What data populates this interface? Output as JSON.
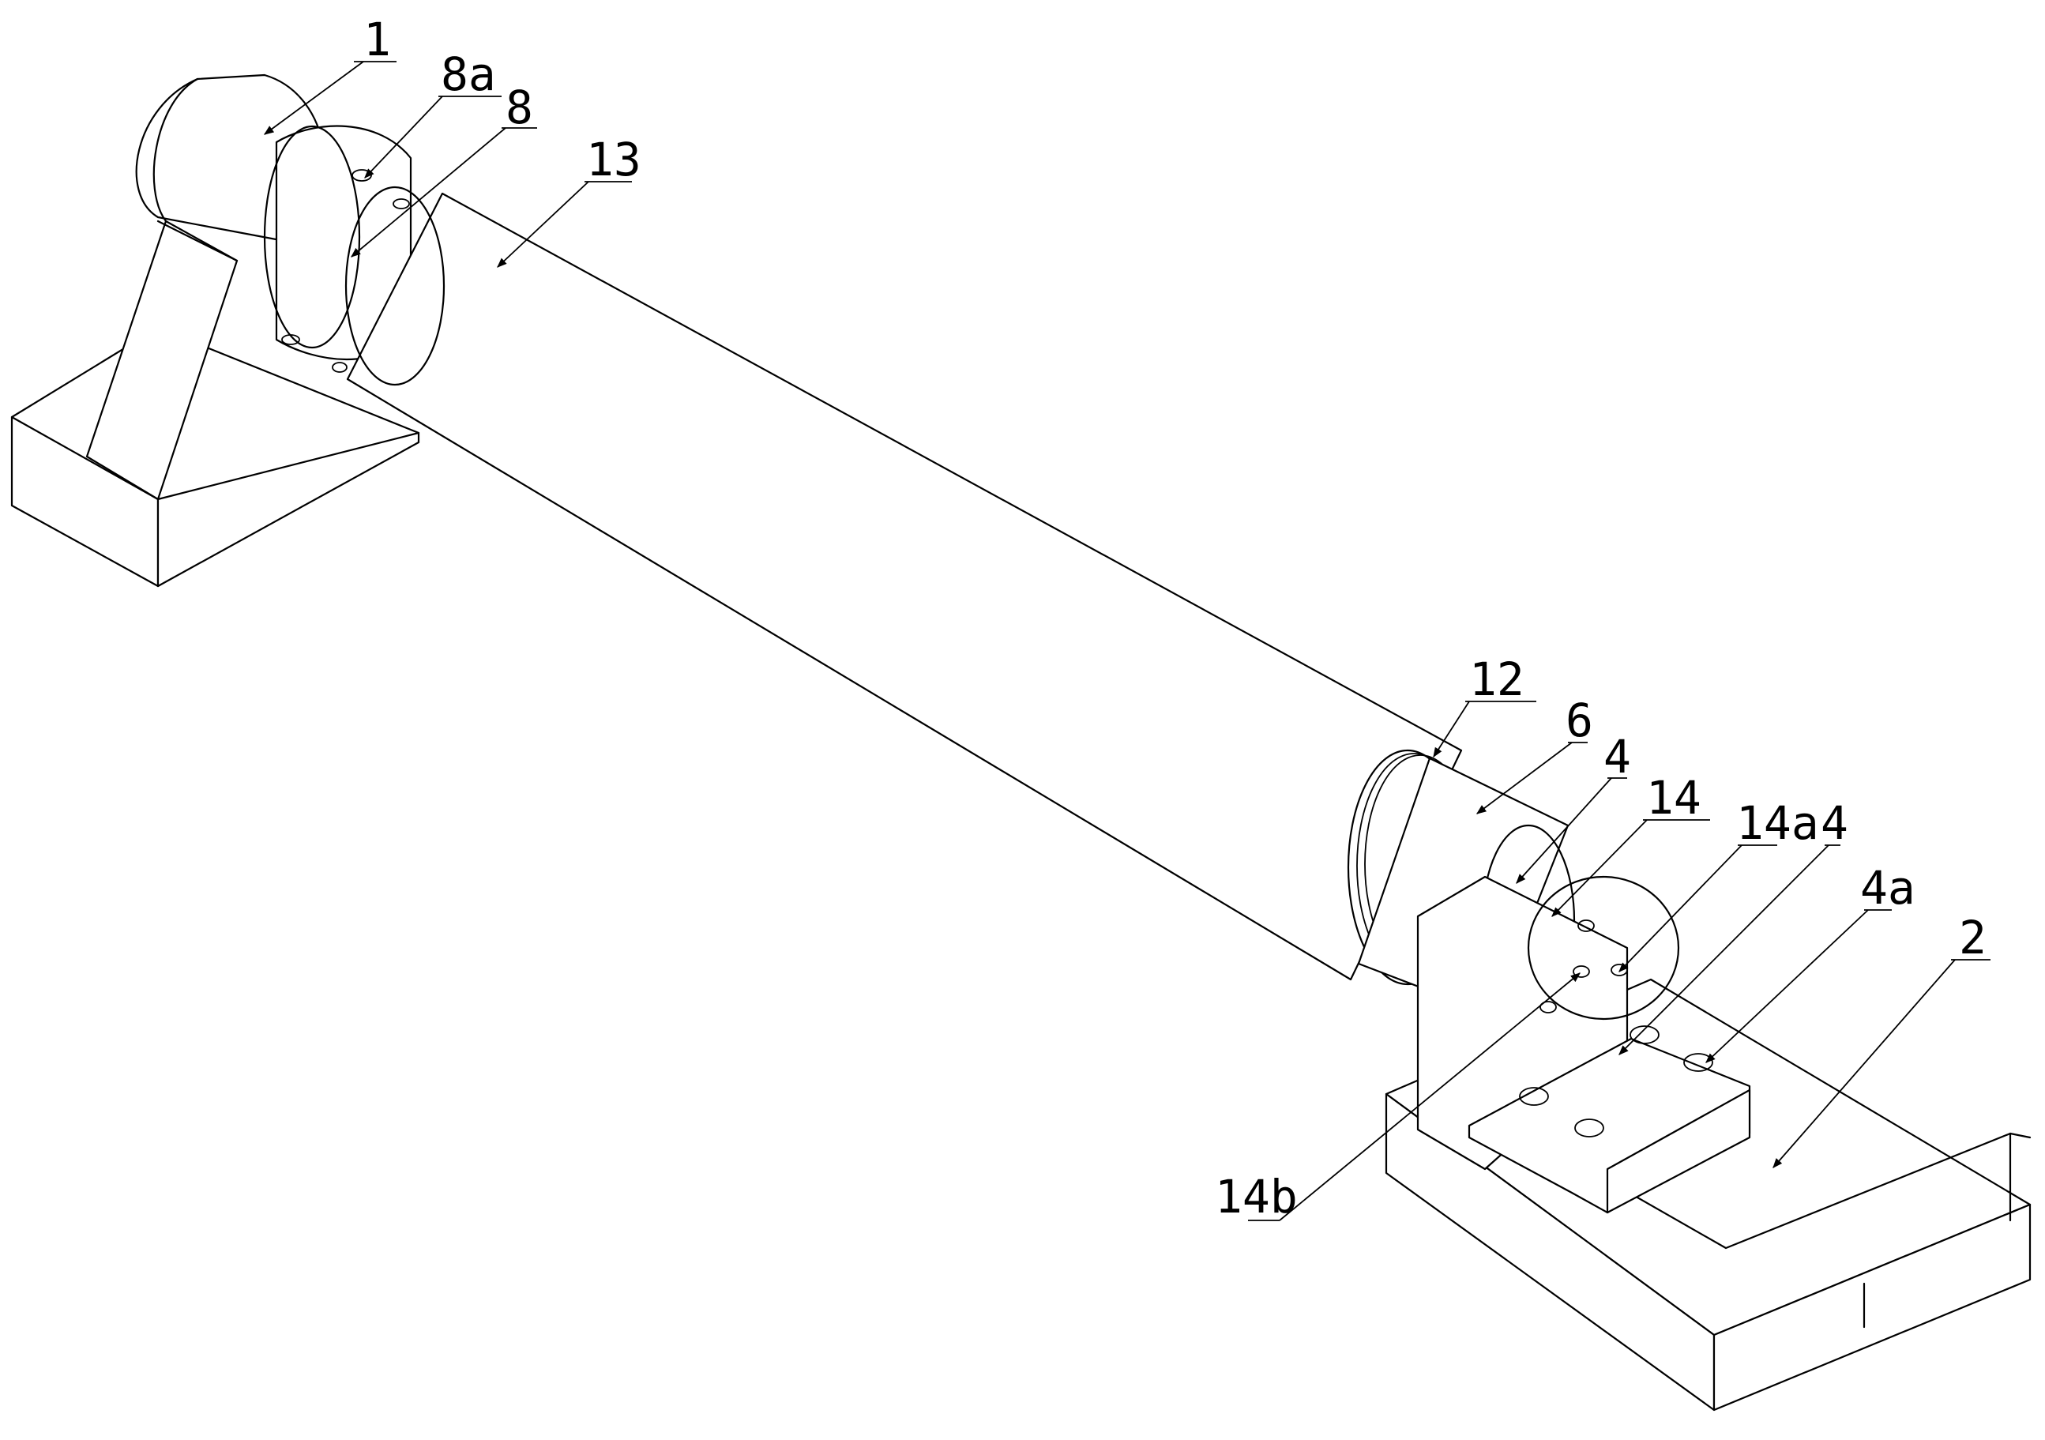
{
  "labels": {
    "l1": "1",
    "l8a": "8a",
    "l8": "8",
    "l13": "13",
    "l12": "12",
    "l6": "6",
    "l4_1": "4",
    "l14": "14",
    "l14a": "14a",
    "l4_2": "4",
    "l4a": "4a",
    "l2": "2",
    "l14b": "14b"
  },
  "colors": {
    "ink": "#000000",
    "paper": "#ffffff"
  }
}
